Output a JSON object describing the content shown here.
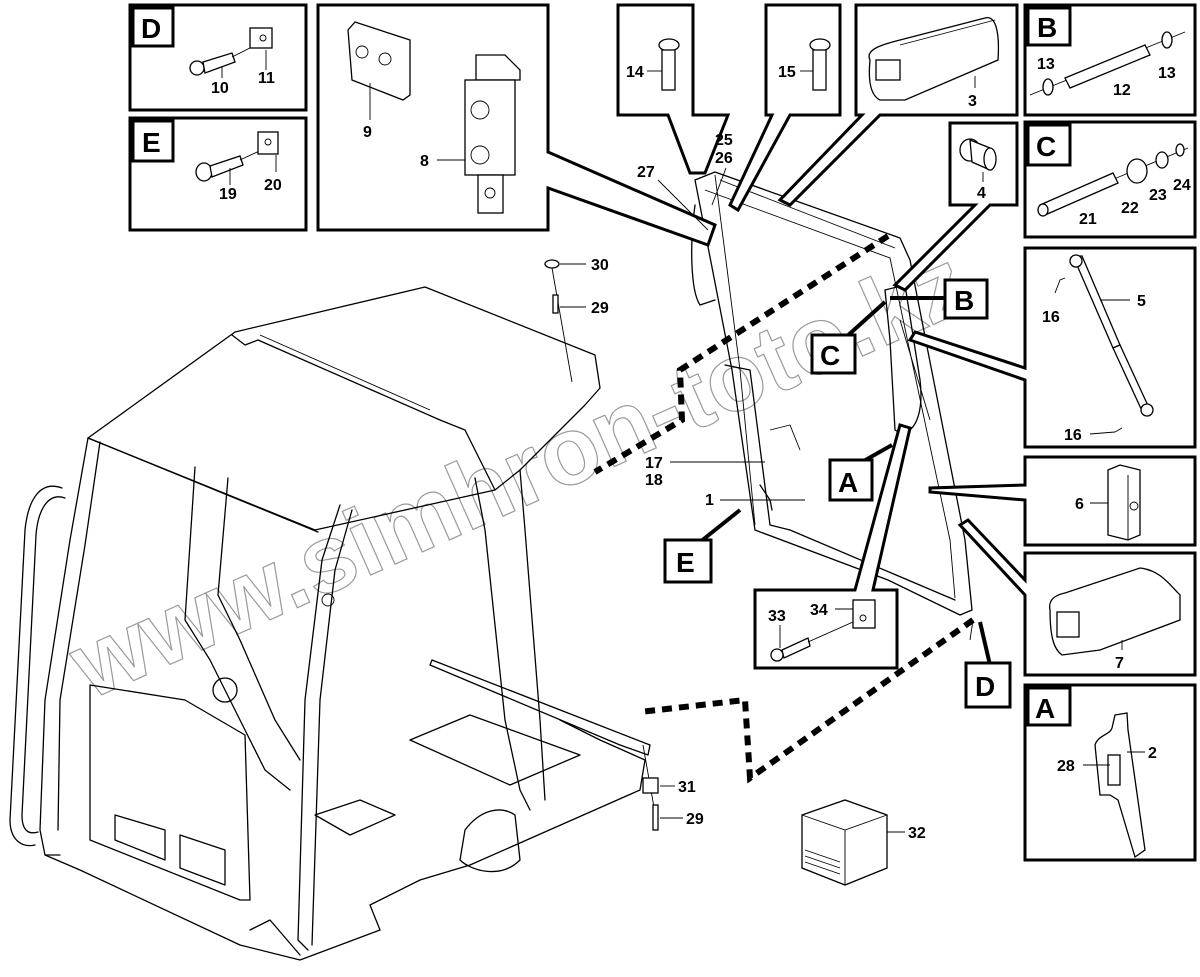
{
  "title": "Cab door exploded parts diagram",
  "watermark": "www.simhron-toto.kz",
  "detail_views": {
    "D": {
      "letter": "D",
      "parts": [
        "10",
        "11"
      ]
    },
    "E": {
      "letter": "E",
      "parts": [
        "19",
        "20"
      ]
    },
    "B": {
      "letter": "B",
      "parts": [
        "13",
        "12",
        "13"
      ]
    },
    "C": {
      "letter": "C",
      "parts": [
        "21",
        "22",
        "23",
        "24"
      ]
    },
    "A": {
      "letter": "A",
      "parts": [
        "28",
        "2"
      ]
    }
  },
  "callout_boxes": {
    "hinge": [
      "9",
      "8"
    ],
    "bolt14": [
      "14"
    ],
    "bolt15": [
      "15"
    ],
    "seal3": [
      "3"
    ],
    "bushing4": [
      "4"
    ],
    "gas_strut": [
      "16",
      "5",
      "16"
    ],
    "block6": [
      "6"
    ],
    "seal7": [
      "7"
    ],
    "bolt33": [
      "33",
      "34"
    ]
  },
  "main_labels": {
    "door_top": [
      "25",
      "26",
      "27"
    ],
    "door_body": [
      "1",
      "17",
      "18"
    ],
    "roof_bolt": [
      "30",
      "29"
    ],
    "floor_bolt": [
      "31",
      "29"
    ],
    "kit": [
      "32"
    ]
  },
  "pointer_letters": {
    "B": "B",
    "C": "C",
    "A": "A",
    "E": "E",
    "D": "D"
  }
}
